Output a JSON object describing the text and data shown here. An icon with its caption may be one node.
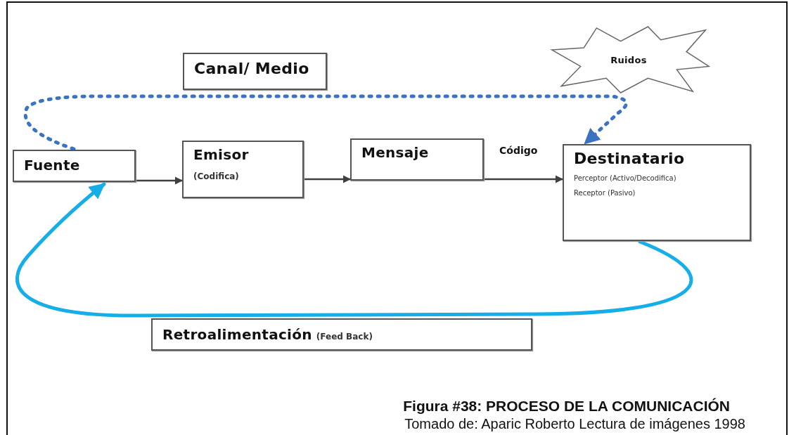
{
  "diagram": {
    "caption": "Figura #38: PROCESO DE LA COMUNICACIÓN",
    "nodes": [
      {
        "text": [
          "Canal/ Medio"
        ]
      },
      {
        "text": [
          "Ruidos"
        ]
      },
      {
        "text": [
          "Fuente"
        ]
      },
      {
        "text": [
          "Emisor",
          "(Codifica)"
        ]
      },
      {
        "text": [
          "Mensaje"
        ]
      },
      {
        "text": [
          "Destinatario",
          "Perceptor (Activo/Decodifica)",
          "Receptor (Pasivo)"
        ]
      },
      {
        "text": [
          "Retroalimentación",
          "(Feed Back)"
        ]
      }
    ],
    "edges": [
      {
        "from": 2,
        "to": 3,
        "arrow": "to"
      },
      {
        "from": 3,
        "to": 4,
        "arrow": "to"
      },
      {
        "from": 4,
        "to": 5,
        "arrow": "to",
        "label": "Código"
      },
      {
        "from": 2,
        "to": 5,
        "arrow": "to",
        "style": "dashed",
        "color": "#3b72c2"
      },
      {
        "from": 5,
        "to": 2,
        "arrow": "to",
        "style": "thick",
        "color": "#16aee8"
      }
    ],
    "labels": [
      "Tomado de: Aparic Roberto Lectura de imágenes 1998"
    ]
  }
}
